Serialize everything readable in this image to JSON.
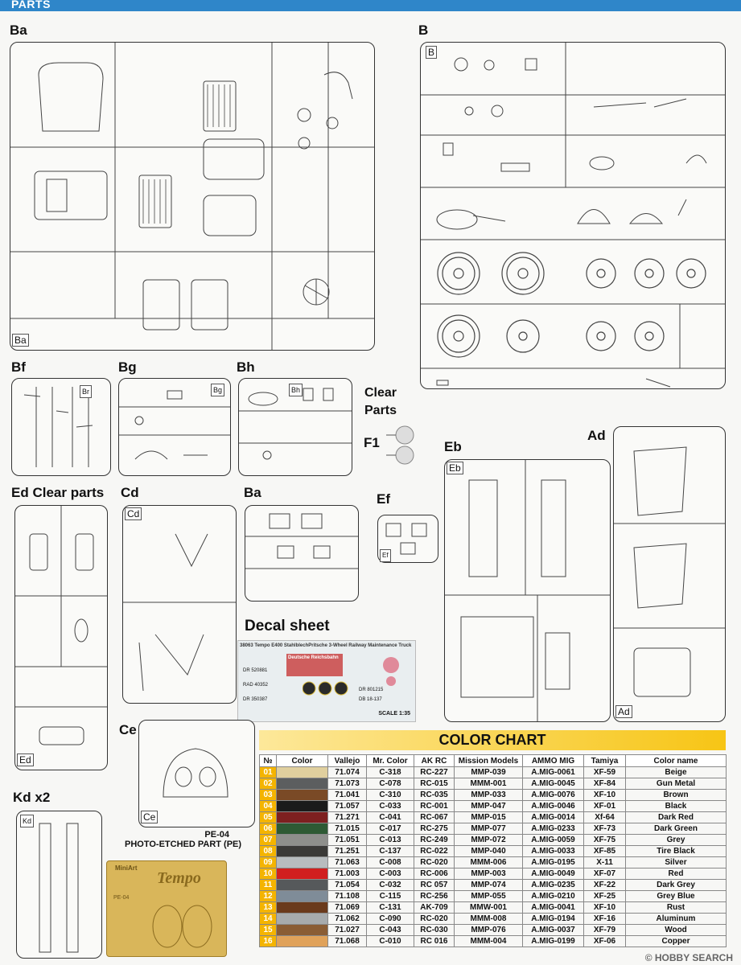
{
  "header": {
    "title": "PARTS"
  },
  "sprue_labels": {
    "ba_main": "Ba",
    "b": "B",
    "bf": "Bf",
    "bg": "Bg",
    "bh": "Bh",
    "clear_parts": "Clear\nParts",
    "f1": "F1",
    "ed": "Ed  Clear parts",
    "cd": "Cd",
    "ba_small": "Ba",
    "ef": "Ef",
    "eb": "Eb",
    "ad": "Ad",
    "ce": "Ce",
    "kd": "Kd x2",
    "decal_sheet": "Decal sheet"
  },
  "corner_labels": {
    "ba": "Ba",
    "b": "B",
    "bf": "Br",
    "bg": "Bg",
    "bh": "Bh",
    "cd": "Cd",
    "ed": "Ed",
    "eb": "Eb",
    "ad": "Ad",
    "ce": "Ce",
    "kd": "Kd",
    "ef": "Ef"
  },
  "decal": {
    "header": "38063 Tempo E400 StahlblechPritsche 3-Wheel Railway Maintenance Truck",
    "scale": "SCALE 1:35",
    "texts": [
      "Deutsche Reichsbahn",
      "DR 520881",
      "RAD 40352",
      "DR 350387",
      "DR 801215",
      "DB 18-137"
    ]
  },
  "photo_etched": {
    "label": "PE-04\nPHOTO-ETCHED PART (PE)",
    "brand": "MiniArt",
    "logo": "Tempo",
    "code": "PE-04"
  },
  "color_chart": {
    "title": "COLOR CHART",
    "columns": [
      "№",
      "Color",
      "Vallejo",
      "Mr. Color",
      "AK RC",
      "Mission Models",
      "AMMO MIG",
      "Tamiya",
      "Color name"
    ],
    "rows": [
      {
        "no": "01",
        "swatch": "#e0cf9e",
        "vallejo": "71.074",
        "mr": "C-318",
        "ak": "RC-227",
        "mission": "MMP-039",
        "ammo": "A.MIG-0061",
        "tamiya": "XF-59",
        "name": "Beige"
      },
      {
        "no": "02",
        "swatch": "#5c5e5f",
        "vallejo": "71.073",
        "mr": "C-078",
        "ak": "RC-015",
        "mission": "MMM-001",
        "ammo": "A.MIG-0045",
        "tamiya": "XF-84",
        "name": "Gun Metal"
      },
      {
        "no": "03",
        "swatch": "#7a4a26",
        "vallejo": "71.041",
        "mr": "C-310",
        "ak": "RC-035",
        "mission": "MMP-033",
        "ammo": "A.MIG-0076",
        "tamiya": "XF-10",
        "name": "Brown"
      },
      {
        "no": "04",
        "swatch": "#1b1b1b",
        "vallejo": "71.057",
        "mr": "C-033",
        "ak": "RC-001",
        "mission": "MMP-047",
        "ammo": "A.MIG-0046",
        "tamiya": "XF-01",
        "name": "Black"
      },
      {
        "no": "05",
        "swatch": "#7d2020",
        "vallejo": "71.271",
        "mr": "C-041",
        "ak": "RC-067",
        "mission": "MMP-015",
        "ammo": "A.MIG-0014",
        "tamiya": "Xf-64",
        "name": "Dark Red"
      },
      {
        "no": "06",
        "swatch": "#2e5a34",
        "vallejo": "71.015",
        "mr": "C-017",
        "ak": "RC-275",
        "mission": "MMP-077",
        "ammo": "A.MIG-0233",
        "tamiya": "XF-73",
        "name": "Dark Green"
      },
      {
        "no": "07",
        "swatch": "#8e8f8c",
        "vallejo": "71.051",
        "mr": "C-013",
        "ak": "RC-249",
        "mission": "MMP-072",
        "ammo": "A.MIG-0059",
        "tamiya": "XF-75",
        "name": "Grey"
      },
      {
        "no": "08",
        "swatch": "#3b3a38",
        "vallejo": "71.251",
        "mr": "C-137",
        "ak": "RC-022",
        "mission": "MMP-040",
        "ammo": "A.MIG-0033",
        "tamiya": "XF-85",
        "name": "Tire Black"
      },
      {
        "no": "09",
        "swatch": "#b8bcbf",
        "vallejo": "71.063",
        "mr": "C-008",
        "ak": "RC-020",
        "mission": "MMM-006",
        "ammo": "A.MIG-0195",
        "tamiya": "X-11",
        "name": "Silver"
      },
      {
        "no": "10",
        "swatch": "#d11f1f",
        "vallejo": "71.003",
        "mr": "C-003",
        "ak": "RC-006",
        "mission": "MMP-003",
        "ammo": "A.MIG-0049",
        "tamiya": "XF-07",
        "name": "Red"
      },
      {
        "no": "11",
        "swatch": "#56595b",
        "vallejo": "71.054",
        "mr": "C-032",
        "ak": "RC 057",
        "mission": "MMP-074",
        "ammo": "A.MIG-0235",
        "tamiya": "XF-22",
        "name": "Dark Grey"
      },
      {
        "no": "12",
        "swatch": "#7f8c98",
        "vallejo": "71.108",
        "mr": "C-115",
        "ak": "RC-256",
        "mission": "MMP-055",
        "ammo": "A.MIG-0210",
        "tamiya": "XF-25",
        "name": "Grey Blue"
      },
      {
        "no": "13",
        "swatch": "#6a3a1c",
        "vallejo": "71.069",
        "mr": "C-131",
        "ak": "AK-709",
        "mission": "MMW-001",
        "ammo": "A.MIG-0041",
        "tamiya": "XF-10",
        "name": "Rust"
      },
      {
        "no": "14",
        "swatch": "#a7abad",
        "vallejo": "71.062",
        "mr": "C-090",
        "ak": "RC-020",
        "mission": "MMM-008",
        "ammo": "A.MIG-0194",
        "tamiya": "XF-16",
        "name": "Aluminum"
      },
      {
        "no": "15",
        "swatch": "#8a5d35",
        "vallejo": "71.027",
        "mr": "C-043",
        "ak": "RC-030",
        "mission": "MMP-076",
        "ammo": "A.MIG-0037",
        "tamiya": "XF-79",
        "name": "Wood"
      },
      {
        "no": "16",
        "swatch": "#e0a25a",
        "vallejo": "71.068",
        "mr": "C-010",
        "ak": "RC 016",
        "mission": "MMM-004",
        "ammo": "A.MIG-0199",
        "tamiya": "XF-06",
        "name": "Copper"
      }
    ]
  },
  "watermark": "© HOBBY SEARCH"
}
